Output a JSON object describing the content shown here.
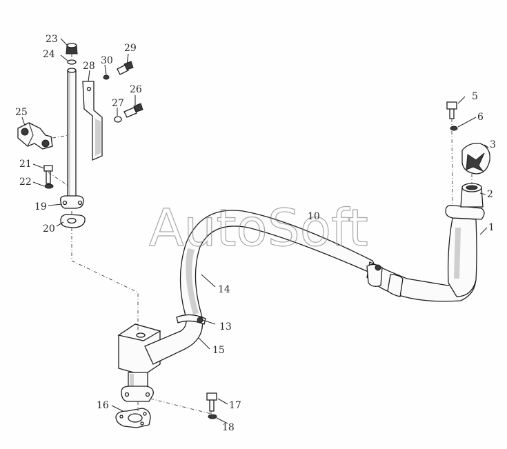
{
  "watermark": "AutoSoft",
  "callouts": {
    "c1": "1",
    "c2": "2",
    "c3": "3",
    "c5": "5",
    "c6": "6",
    "c10": "10",
    "c13": "13",
    "c14": "14",
    "c15": "15",
    "c16": "16",
    "c17": "17",
    "c18": "18",
    "c19": "19",
    "c20": "20",
    "c21": "21",
    "c22": "22",
    "c23": "23",
    "c24": "24",
    "c25": "25",
    "c26": "26",
    "c27": "27",
    "c28": "28",
    "c29": "29",
    "c30": "30"
  }
}
